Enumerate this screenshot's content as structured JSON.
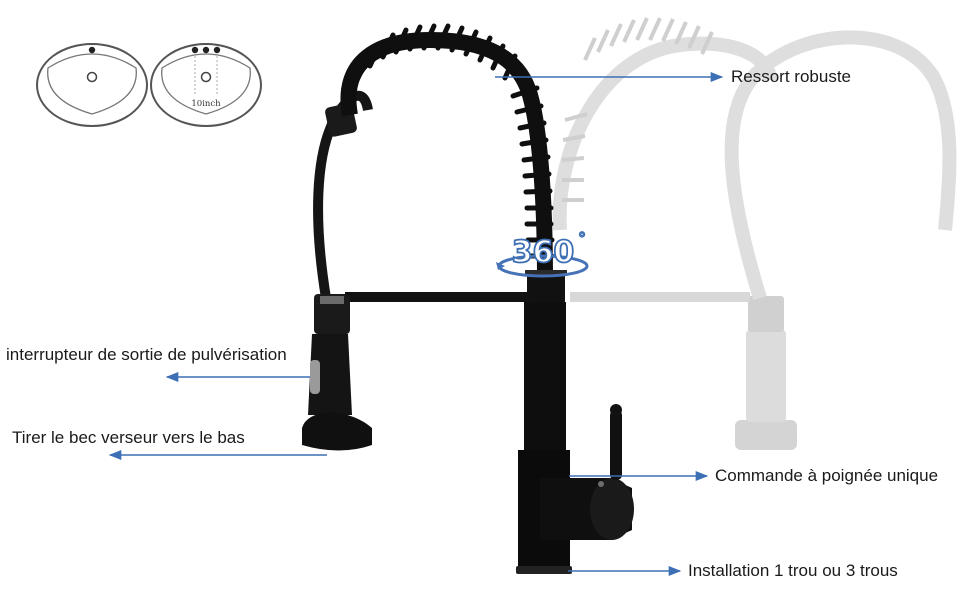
{
  "sink_diagram": {
    "three_hole_measure": "10inch"
  },
  "badge": {
    "text": "360",
    "degree_mark": "°"
  },
  "callouts": {
    "spring": "Ressort robuste",
    "spray_switch": "interrupteur de sortie de pulvérisation",
    "pull_down": "Tirer le bec verseur vers le bas",
    "handle": "Commande à poignée unique",
    "install": "Installation 1 trou ou 3 trous"
  },
  "colors": {
    "faucet": "#0f0f0f",
    "ghost_faucet": "#d4d4d4",
    "arrow": "#3d6fb5",
    "sink_outline": "#555555"
  }
}
